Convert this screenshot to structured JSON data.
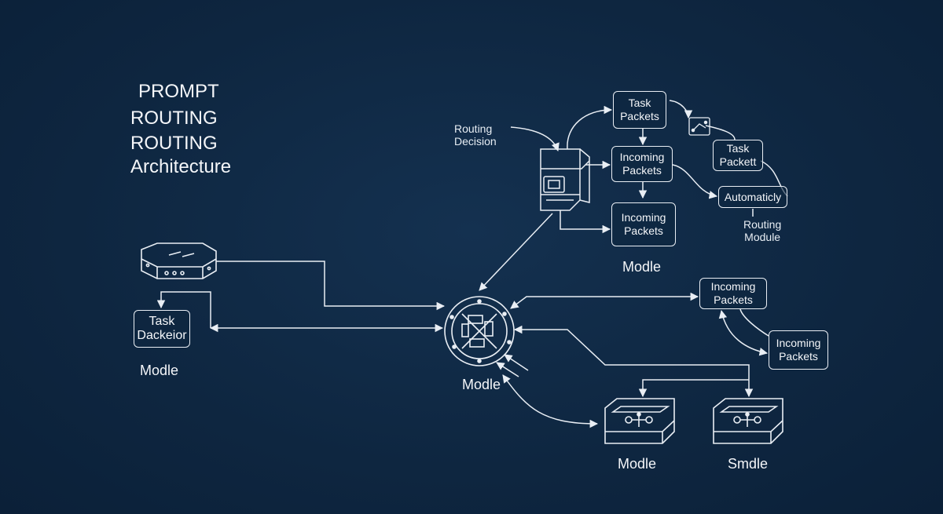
{
  "title": {
    "line1": "PROMPT",
    "line2": "ROUTING",
    "line3": "ROUTING",
    "line4": "Architecture"
  },
  "annotations": {
    "routing_decision": "Routing\nDecision",
    "routing_module": "Routing\nModule"
  },
  "nodes": {
    "task_packets_top": "Task\nPackets",
    "incoming_packets_1": "Incoming\nPackets",
    "incoming_packets_2": "Incoming\nPackets",
    "task_packett": "Task\nPackett",
    "automaticly": "Automaticly",
    "incoming_packets_3": "Incoming\nPackets",
    "incoming_packets_4": "Incoming\nPackets",
    "task_dackeior": "Task\nDackeior"
  },
  "labels": {
    "modle_top": "Modle",
    "modle_left": "Modle",
    "modle_center": "Modle",
    "modle_bottom": "Modle",
    "smdle_bottom": "Smdle"
  },
  "colors": {
    "background": "#0e2640",
    "line": "#e9eef4"
  }
}
